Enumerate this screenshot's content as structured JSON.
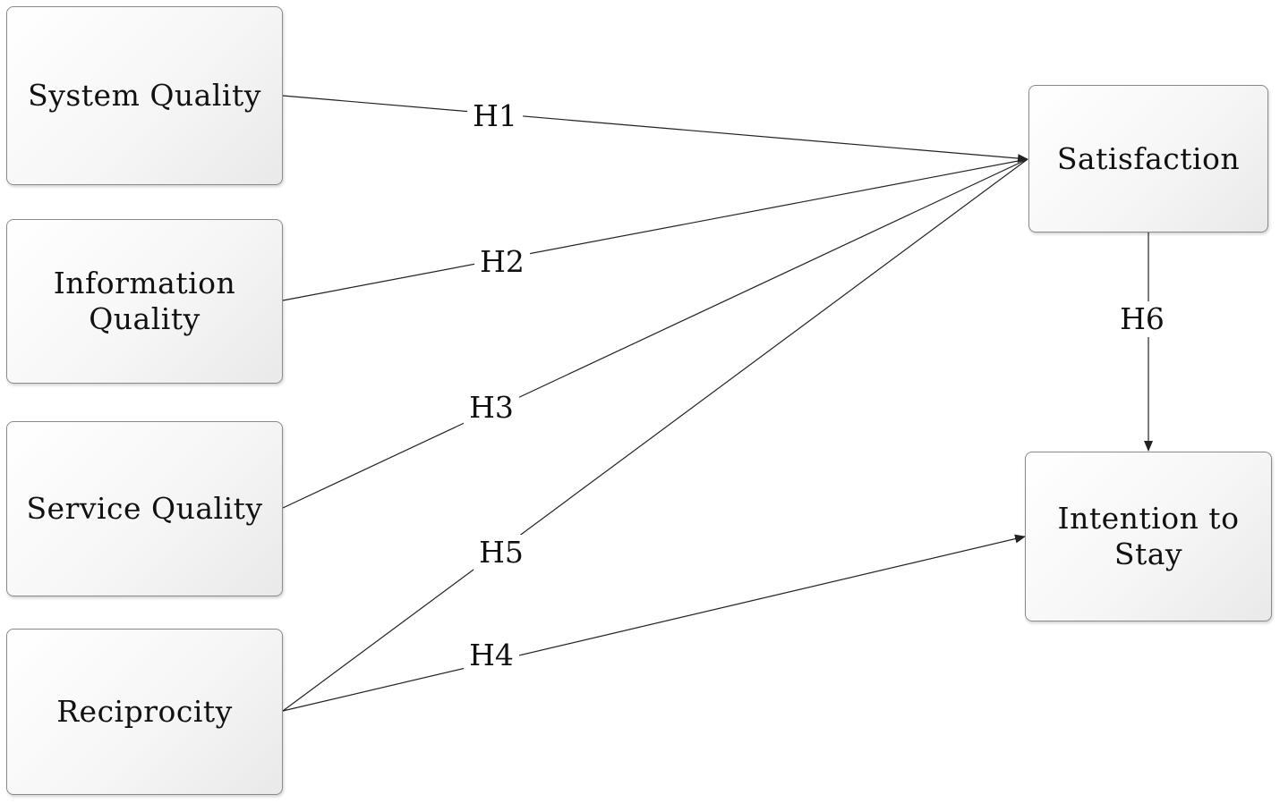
{
  "nodes": {
    "system_quality": "System Quality",
    "information_quality": "Information\nQuality",
    "service_quality": "Service Quality",
    "reciprocity": "Reciprocity",
    "satisfaction": "Satisfaction",
    "intention_to_stay": "Intention to\nStay"
  },
  "edges": {
    "h1": "H1",
    "h2": "H2",
    "h3": "H3",
    "h4": "H4",
    "h5": "H5",
    "h6": "H6"
  },
  "colors": {
    "line": "#222222",
    "box_border": "#8a8a8a"
  }
}
